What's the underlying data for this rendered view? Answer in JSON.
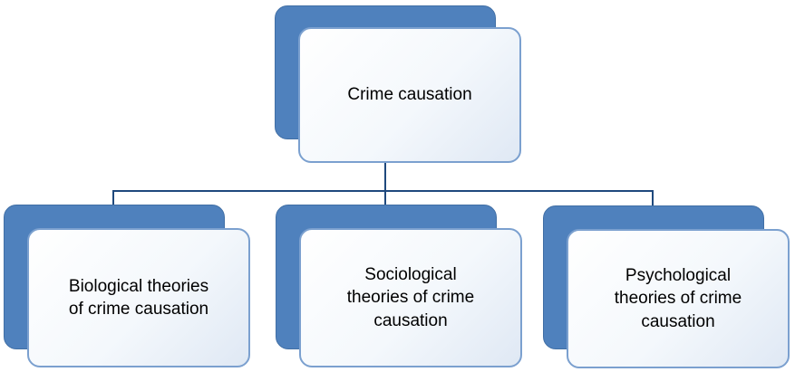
{
  "diagram": {
    "type": "hierarchy",
    "root": {
      "label": "Crime causation"
    },
    "children": [
      {
        "label": "Biological theories of crime causation"
      },
      {
        "label": "Sociological theories of crime causation"
      },
      {
        "label": "Psychological theories of crime causation"
      }
    ],
    "colors": {
      "back_box": "#4f81bd",
      "back_box_border": "#416fa5",
      "front_box_border": "#7ba0cf",
      "front_box_fill_top": "#ffffff",
      "front_box_fill_bottom": "#dfe8f4",
      "connector": "#1f497d",
      "text": "#000000"
    }
  }
}
